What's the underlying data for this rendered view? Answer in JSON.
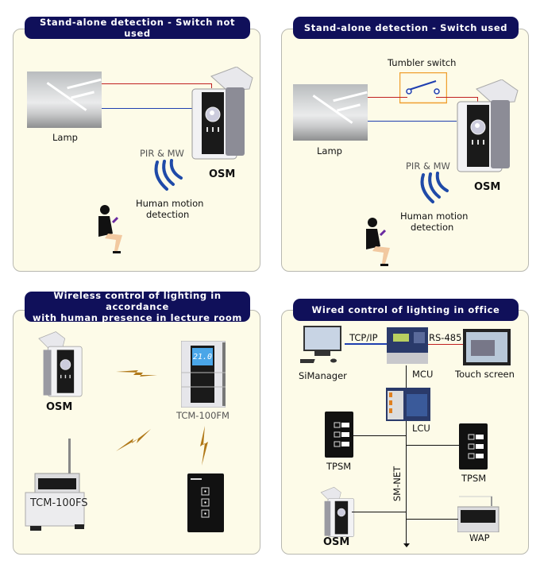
{
  "panels": [
    {
      "title": "Stand-alone detection - Switch not used",
      "labels": {
        "lamp": "Lamp",
        "pir": "PIR & MW",
        "osm": "OSM",
        "motion_line1": "Human motion",
        "motion_line2": "detection"
      }
    },
    {
      "title": "Stand-alone detection - Switch used",
      "labels": {
        "switch": "Tumbler switch",
        "lamp": "Lamp",
        "pir": "PIR & MW",
        "osm": "OSM",
        "motion_line1": "Human motion",
        "motion_line2": "detection"
      }
    },
    {
      "title": "Wireless control of lighting in accordance\nwith human presence in lecture room",
      "labels": {
        "osm": "OSM",
        "tcm_fm": "TCM-100FM",
        "tcm_fs": "TCM-100FS",
        "display_reading": "21.0"
      }
    },
    {
      "title": "Wired control of lighting in office",
      "labels": {
        "tcpip": "TCP/IP",
        "rs485": "RS-485",
        "simanager": "SiManager",
        "mcu": "MCU",
        "touch": "Touch screen",
        "lcu": "LCU",
        "tpsm_left": "TPSM",
        "tpsm_right": "TPSM",
        "smnet": "SM-NET",
        "osm": "OSM",
        "wap": "WAP"
      }
    }
  ],
  "colors": {
    "title_bg": "#10105a",
    "panel_bg": "#fdfbe8",
    "wire_red": "#c02020",
    "wire_blue": "#1f3fb0",
    "wave_blue": "#1f4aa8",
    "switch_box": "#f0a030",
    "bolt": "#b07818"
  }
}
